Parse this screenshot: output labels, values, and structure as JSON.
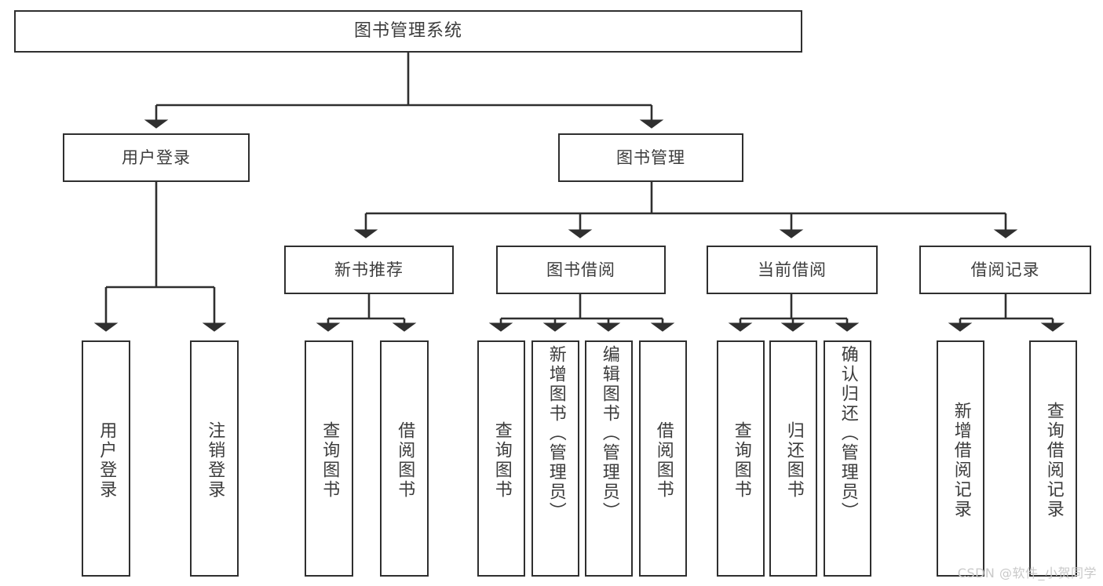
{
  "diagram": {
    "title": "图书管理系统",
    "type": "tree",
    "root": {
      "label": "图书管理系统"
    },
    "level1": [
      {
        "label": "用户登录"
      },
      {
        "label": "图书管理"
      }
    ],
    "level2": [
      {
        "label": "新书推荐"
      },
      {
        "label": "图书借阅"
      },
      {
        "label": "当前借阅"
      },
      {
        "label": "借阅记录"
      }
    ],
    "leaves": {
      "user_login": [
        {
          "label": "用户登录"
        },
        {
          "label": "注销登录"
        }
      ],
      "new_book_recommend": [
        {
          "label": "查询图书"
        },
        {
          "label": "借阅图书"
        }
      ],
      "book_borrow": [
        {
          "label": "查询图书"
        },
        {
          "label": "新增图书（管理员）"
        },
        {
          "label": "编辑图书（管理员）"
        },
        {
          "label": "借阅图书"
        }
      ],
      "current_borrow": [
        {
          "label": "查询图书"
        },
        {
          "label": "归还图书"
        },
        {
          "label": "确认归还（管理员）"
        }
      ],
      "borrow_record": [
        {
          "label": "新增借阅记录"
        },
        {
          "label": "查询借阅记录"
        }
      ]
    }
  },
  "watermark": {
    "text": "CSDN @软件_小贺同学"
  },
  "colors": {
    "stroke": "#2f2f2f",
    "text": "#3c3c3c",
    "background": "#ffffff",
    "watermark": "#c9c9c9"
  }
}
